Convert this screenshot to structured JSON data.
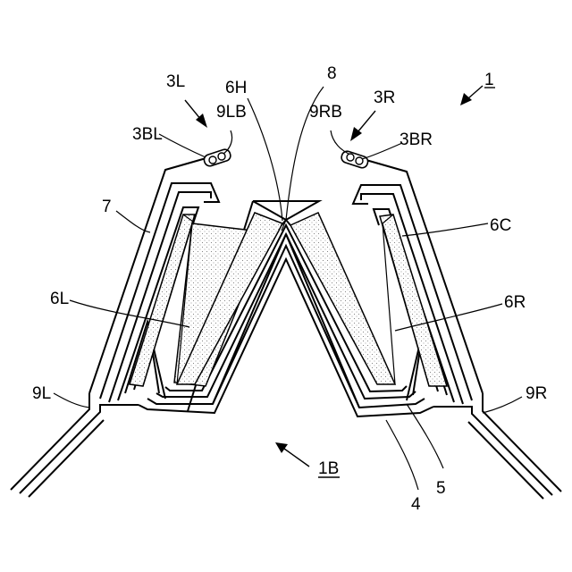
{
  "figure": {
    "labels": {
      "ref_1": "1",
      "ref_1B": "1B",
      "ref_3L": "3L",
      "ref_3R": "3R",
      "ref_3BL": "3BL",
      "ref_3BR": "3BR",
      "ref_9LB": "9LB",
      "ref_9RB": "9RB",
      "ref_6H": "6H",
      "ref_8": "8",
      "ref_7": "7",
      "ref_6C": "6C",
      "ref_6L": "6L",
      "ref_6R": "6R",
      "ref_9L": "9L",
      "ref_9R": "9R",
      "ref_4": "4",
      "ref_5": "5"
    }
  }
}
